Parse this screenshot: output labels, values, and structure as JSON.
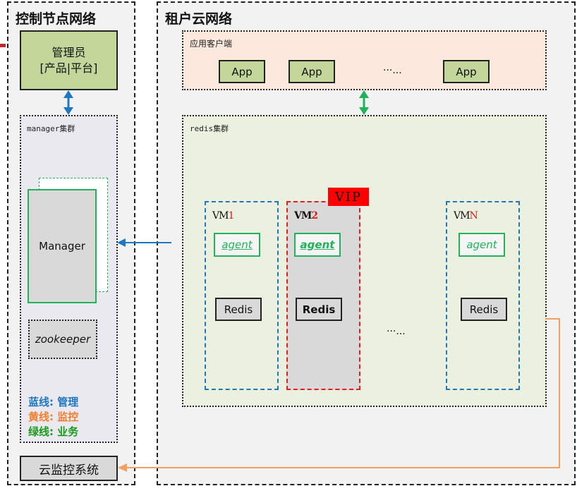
{
  "colors": {
    "blue_line": "#1f77c0",
    "orange_line": "#f0a060",
    "green_line": "#21b25a",
    "vip": "#ff0000"
  },
  "control_zone": {
    "title": "控制节点网络",
    "admin_box": {
      "line1": "管理员",
      "line2": "[产品|平台]"
    },
    "manager_cluster": {
      "label": "manager集群",
      "manager_label": "Manager",
      "zookeeper_label": "zookeeper"
    },
    "legend": [
      {
        "key": "蓝线:",
        "value": "管理",
        "color": "#1f77c0"
      },
      {
        "key": "黄线:",
        "value": "监控",
        "color": "#f08030"
      },
      {
        "key": "绿线:",
        "value": "业务",
        "color": "#1a9a1a"
      }
    ],
    "monitor_box": "云监控系统"
  },
  "tenant_zone": {
    "title": "租户云网络",
    "client": {
      "label": "应用客户端",
      "apps": [
        "App",
        "App",
        "App"
      ],
      "ellipsis": "···..."
    },
    "redis_cluster": {
      "label": "redis集群",
      "ellipsis": "···...",
      "vip_label": "VIP",
      "vms": [
        {
          "prefix": "VM",
          "suffix": "1",
          "agent": "agent",
          "redis": "Redis",
          "active": false
        },
        {
          "prefix": "VM",
          "suffix": "2",
          "agent": "agent",
          "redis": "Redis",
          "active": true
        },
        {
          "prefix": "VM",
          "suffix": "N",
          "agent": "agent",
          "redis": "Redis",
          "active": false
        }
      ]
    }
  }
}
